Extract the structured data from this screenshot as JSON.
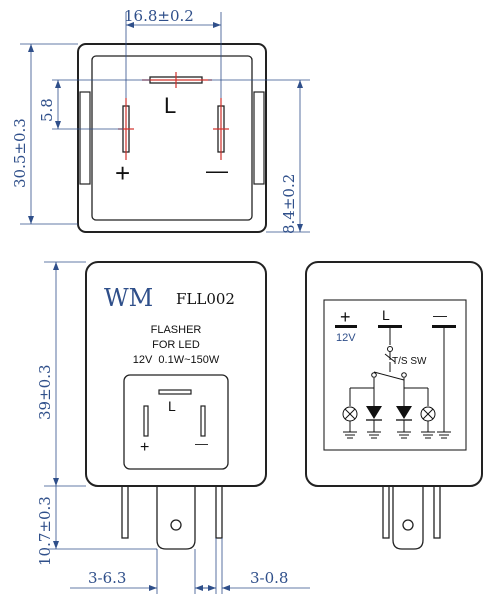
{
  "top_view": {
    "width_dim": "16.8±0.2",
    "height_dim": "30.5±0.3",
    "pin_offset_dim": "5.8",
    "side_dim": "8.4±0.2",
    "pin_L": "L",
    "pin_plus": "+",
    "pin_minus": "—"
  },
  "front_view": {
    "brand": "WM",
    "model": "FLL002",
    "line1": "FLASHER",
    "line2": "FOR LED",
    "line3": "12V  0.1W~150W",
    "height_dim": "39±0.3",
    "pin_height_dim": "10.7±0.3",
    "pin_spacing_dim": "3-6.3",
    "inner_L": "L",
    "inner_plus": "+",
    "inner_minus": "—"
  },
  "right_view": {
    "plus": "+",
    "voltage": "12V",
    "L": "L",
    "minus": "—",
    "switch": "T/S SW",
    "pin_width_dim": "3-0.8"
  }
}
